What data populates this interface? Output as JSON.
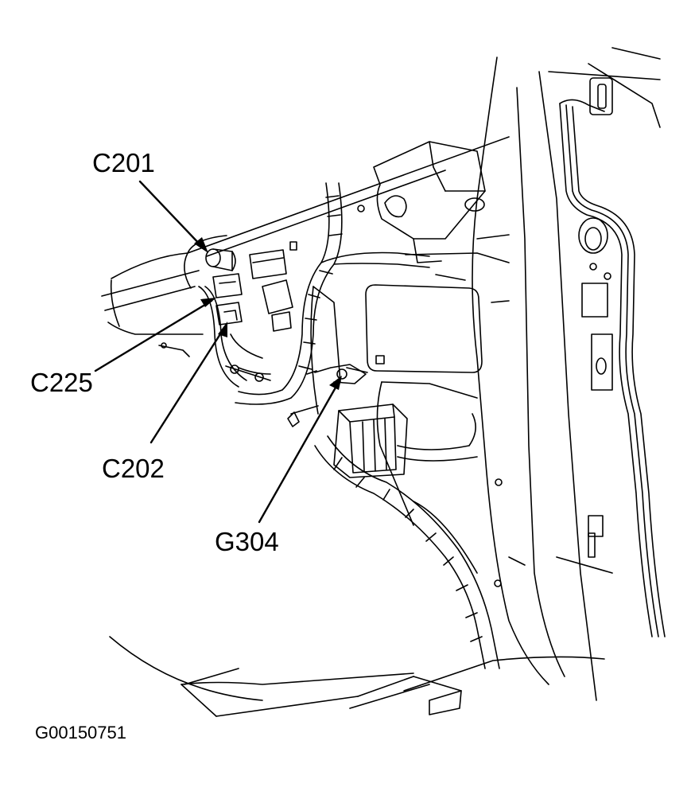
{
  "diagram": {
    "callouts": {
      "c201": "C201",
      "c225": "C225",
      "c202": "C202",
      "g304": "G304"
    },
    "figure_id": "G00150751",
    "ink_color": "#000000",
    "background_color": "#ffffff"
  }
}
